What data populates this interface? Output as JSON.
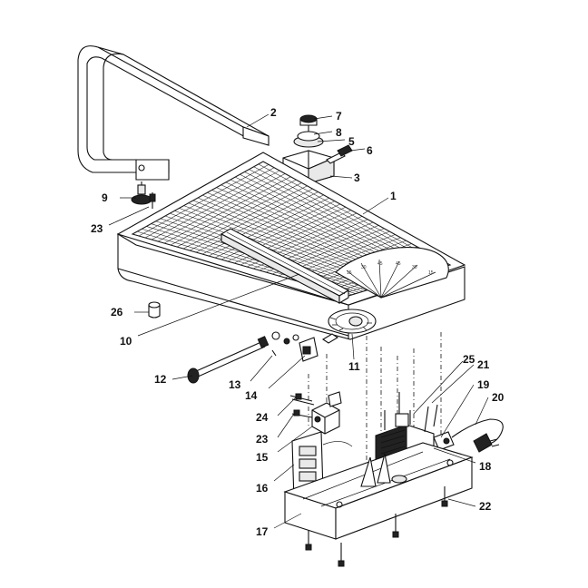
{
  "callouts": {
    "c1": "1",
    "c2": "2",
    "c3": "3",
    "c5": "5",
    "c6": "6",
    "c7": "7",
    "c8": "8",
    "c9": "9",
    "c10": "10",
    "c11": "11",
    "c12": "12",
    "c13": "13",
    "c14": "14",
    "c15": "15",
    "c16": "16",
    "c17": "17",
    "c18": "18",
    "c19": "19",
    "c20": "20",
    "c21": "21",
    "c22": "22",
    "c23a": "23",
    "c23b": "23",
    "c24": "24",
    "c25": "25",
    "c26": "26"
  },
  "protractor_marks": [
    "15",
    "30",
    "45",
    "45",
    "30",
    "15"
  ]
}
